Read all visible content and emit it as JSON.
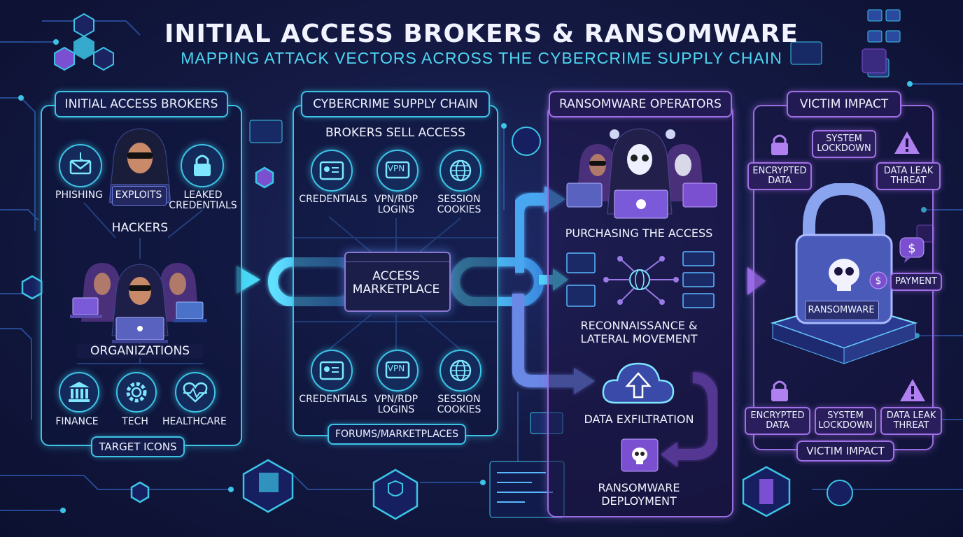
{
  "title": "INITIAL ACCESS BROKERS & RANSOMWARE",
  "subtitle": "MAPPING ATTACK VECTORS ACROSS THE CYBERCRIME SUPPLY CHAIN",
  "colors": {
    "cyan": "#3cc4e6",
    "purple": "#9a6ce0",
    "background": "#141a44"
  },
  "brokers": {
    "heading": "INITIAL ACCESS BROKERS",
    "phishing": "PHISHING",
    "exploits": "EXPLOITS",
    "leaked_credentials": "LEAKED\nCREDENTIALS",
    "hackers": "HACKERS",
    "organizations": "ORGANIZATIONS",
    "finance": "FINANCE",
    "tech": "TECH",
    "healthcare": "HEALTHCARE",
    "target_icons": "TARGET ICONS"
  },
  "supply_chain": {
    "heading": "CYBERCRIME SUPPLY CHAIN",
    "brokers_sell": "BROKERS SELL ACCESS",
    "credentials_top": "CREDENTIALS",
    "vpn_top": "VPN/RDP\nLOGINS",
    "session_top": "SESSION\nCOOKIES",
    "vpn_icon_text": "VPN",
    "marketplace": "ACCESS\nMARKETPLACE",
    "credentials_bottom": "CREDENTIALS",
    "vpn_bottom": "VPN/RDP\nLOGINS",
    "session_bottom": "SESSION\nCOOKIES",
    "forums": "FORUMS/MARKETPLACES"
  },
  "operators": {
    "heading": "RANSOMWARE OPERATORS",
    "purchasing": "PURCHASING THE ACCESS",
    "recon": "RECONNAISSANCE &\nLATERAL MOVEMENT",
    "exfiltration": "DATA EXFILTRATION",
    "deployment": "RANSOMWARE\nDEPLOYMENT"
  },
  "victim": {
    "heading": "VICTIM IMPACT",
    "encrypted_top": "ENCRYPTED\nDATA",
    "lockdown_top": "SYSTEM\nLOCKDOWN",
    "leak_top": "DATA LEAK\nTHREAT",
    "ransomware_label": "RANSOMWARE",
    "payment": "PAYMENT",
    "encrypted_bottom": "ENCRYPTED\nDATA",
    "lockdown_bottom": "SYSTEM\nLOCKDOWN",
    "leak_bottom": "DATA LEAK\nTHREAT",
    "footer": "VICTIM IMPACT"
  },
  "icons": [
    "envelope-hook-icon",
    "padlock-icon",
    "hacker-icon",
    "laptop-icon",
    "bank-icon",
    "gear-icon",
    "heartbeat-icon",
    "id-card-icon",
    "vpn-icon",
    "globe-icon",
    "chain-icon",
    "skull-icon",
    "network-node-icon",
    "cloud-upload-icon",
    "warning-icon",
    "dollar-icon",
    "shield-icon",
    "server-icon"
  ]
}
